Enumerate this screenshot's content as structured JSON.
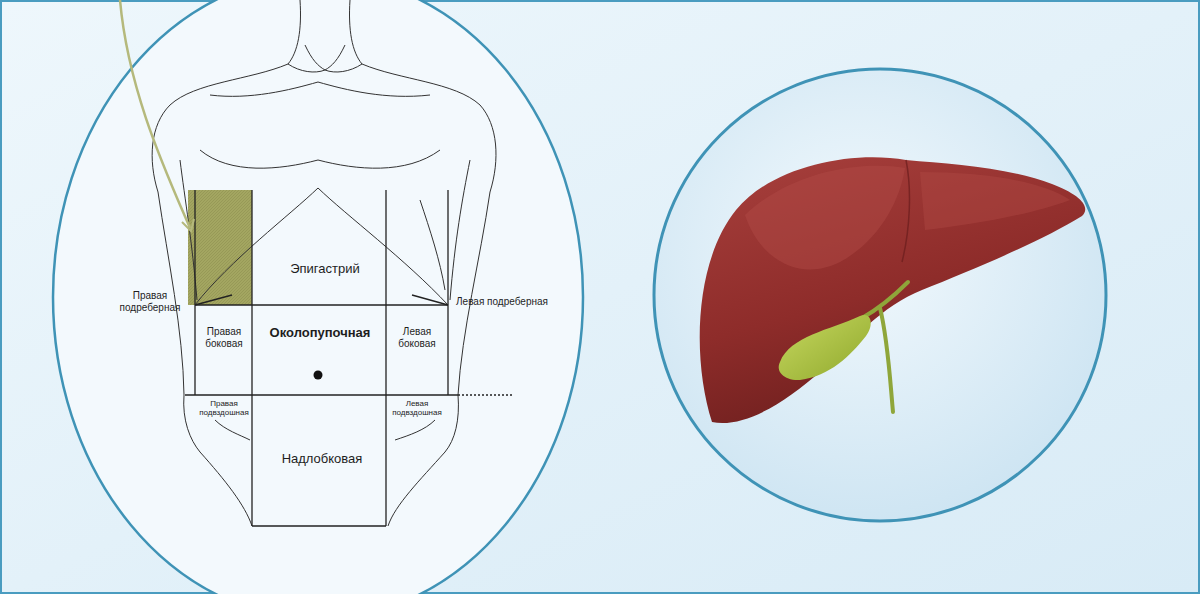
{
  "diagram": {
    "labels": [
      "Эпигастрий",
      "Правая подреберная",
      "Левая подреберная",
      "Правая боковая",
      "Околопупочная",
      "Левая боковая",
      "Правая подвздошная",
      "Левая подвздошная",
      "Надлобковая"
    ]
  }
}
